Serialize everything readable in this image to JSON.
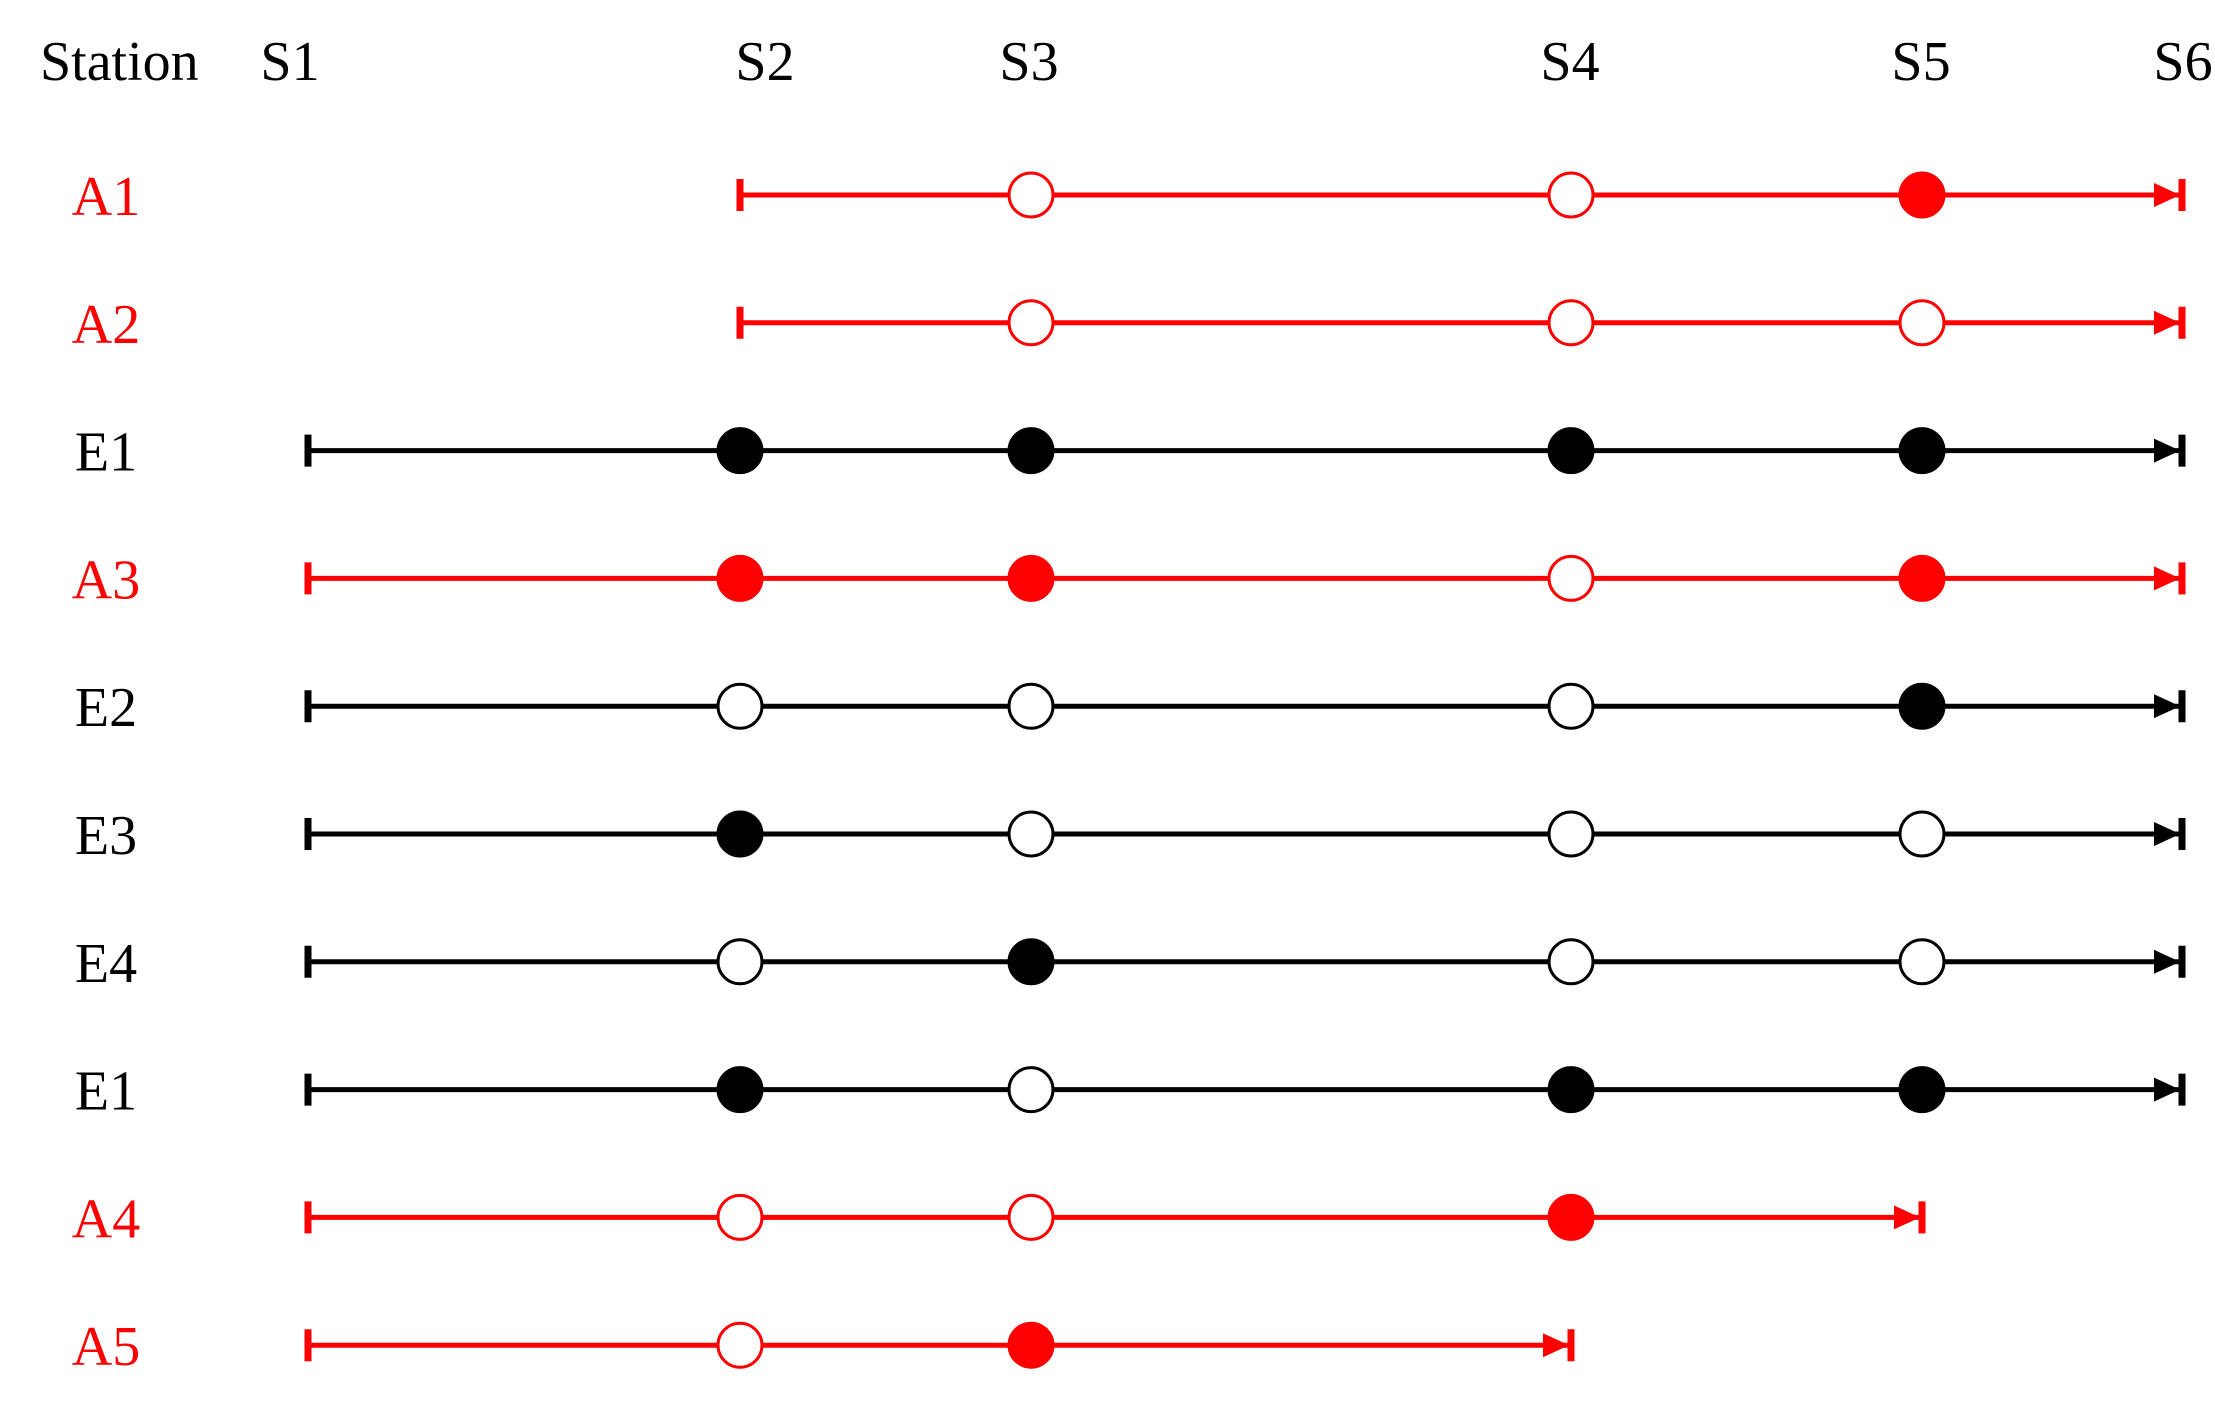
{
  "header": {
    "station_label": "Station",
    "stations": [
      "S1",
      "S2",
      "S3",
      "S4",
      "S5",
      "S6"
    ]
  },
  "colors": {
    "red": "#ff0000",
    "black": "#000000"
  },
  "rows": [
    {
      "label": "A1",
      "color": "red",
      "start": "S2",
      "end": "S6",
      "stops": [
        {
          "station": "S3",
          "filled": false
        },
        {
          "station": "S4",
          "filled": false
        },
        {
          "station": "S5",
          "filled": true
        }
      ]
    },
    {
      "label": "A2",
      "color": "red",
      "start": "S2",
      "end": "S6",
      "stops": [
        {
          "station": "S3",
          "filled": false
        },
        {
          "station": "S4",
          "filled": false
        },
        {
          "station": "S5",
          "filled": false
        }
      ]
    },
    {
      "label": "E1",
      "color": "black",
      "start": "S1",
      "end": "S6",
      "stops": [
        {
          "station": "S2",
          "filled": true
        },
        {
          "station": "S3",
          "filled": true
        },
        {
          "station": "S4",
          "filled": true
        },
        {
          "station": "S5",
          "filled": true
        }
      ]
    },
    {
      "label": "A3",
      "color": "red",
      "start": "S1",
      "end": "S6",
      "stops": [
        {
          "station": "S2",
          "filled": true
        },
        {
          "station": "S3",
          "filled": true
        },
        {
          "station": "S4",
          "filled": false
        },
        {
          "station": "S5",
          "filled": true
        }
      ]
    },
    {
      "label": "E2",
      "color": "black",
      "start": "S1",
      "end": "S6",
      "stops": [
        {
          "station": "S2",
          "filled": false
        },
        {
          "station": "S3",
          "filled": false
        },
        {
          "station": "S4",
          "filled": false
        },
        {
          "station": "S5",
          "filled": true
        }
      ]
    },
    {
      "label": "E3",
      "color": "black",
      "start": "S1",
      "end": "S6",
      "stops": [
        {
          "station": "S2",
          "filled": true
        },
        {
          "station": "S3",
          "filled": false
        },
        {
          "station": "S4",
          "filled": false
        },
        {
          "station": "S5",
          "filled": false
        }
      ]
    },
    {
      "label": "E4",
      "color": "black",
      "start": "S1",
      "end": "S6",
      "stops": [
        {
          "station": "S2",
          "filled": false
        },
        {
          "station": "S3",
          "filled": true
        },
        {
          "station": "S4",
          "filled": false
        },
        {
          "station": "S5",
          "filled": false
        }
      ]
    },
    {
      "label": "E1",
      "color": "black",
      "start": "S1",
      "end": "S6",
      "stops": [
        {
          "station": "S2",
          "filled": true
        },
        {
          "station": "S3",
          "filled": false
        },
        {
          "station": "S4",
          "filled": true
        },
        {
          "station": "S5",
          "filled": true
        }
      ]
    },
    {
      "label": "A4",
      "color": "red",
      "start": "S1",
      "end": "S5",
      "stops": [
        {
          "station": "S2",
          "filled": false
        },
        {
          "station": "S3",
          "filled": false
        },
        {
          "station": "S4",
          "filled": true
        }
      ]
    },
    {
      "label": "A5",
      "color": "red",
      "start": "S1",
      "end": "S4",
      "stops": [
        {
          "station": "S2",
          "filled": false
        },
        {
          "station": "S3",
          "filled": true
        }
      ]
    }
  ]
}
